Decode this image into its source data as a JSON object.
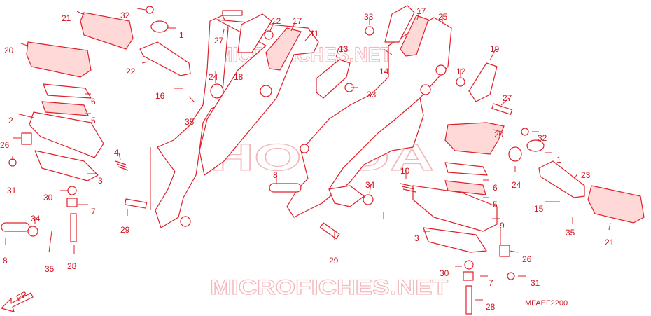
{
  "diagram": {
    "watermark_top": "MICROFICHES.NET",
    "watermark_brand": "HONDA",
    "watermark_bottom": "MICROFICHES.NET",
    "front_arrow_label": "FR.",
    "figure_code": "MFAEF2200",
    "callouts": [
      {
        "id": "c1",
        "text": "1"
      },
      {
        "id": "c2",
        "text": "2"
      },
      {
        "id": "c3",
        "text": "3"
      },
      {
        "id": "c4",
        "text": "4"
      },
      {
        "id": "c5",
        "text": "5"
      },
      {
        "id": "c6",
        "text": "6"
      },
      {
        "id": "c7",
        "text": "7"
      },
      {
        "id": "c8",
        "text": "8"
      },
      {
        "id": "c9",
        "text": "9"
      },
      {
        "id": "c10",
        "text": "10"
      },
      {
        "id": "c11",
        "text": "11"
      },
      {
        "id": "c12",
        "text": "12"
      },
      {
        "id": "c13",
        "text": "13"
      },
      {
        "id": "c14",
        "text": "14"
      },
      {
        "id": "c15",
        "text": "15"
      },
      {
        "id": "c16",
        "text": "16"
      },
      {
        "id": "c17",
        "text": "17"
      },
      {
        "id": "c18",
        "text": "18"
      },
      {
        "id": "c19",
        "text": "19"
      },
      {
        "id": "c20",
        "text": "20"
      },
      {
        "id": "c21",
        "text": "21"
      },
      {
        "id": "c22",
        "text": "22"
      },
      {
        "id": "c23",
        "text": "23"
      },
      {
        "id": "c24",
        "text": "24"
      },
      {
        "id": "c25",
        "text": "25"
      },
      {
        "id": "c26",
        "text": "26"
      },
      {
        "id": "c27",
        "text": "27"
      },
      {
        "id": "c28",
        "text": "28"
      },
      {
        "id": "c29",
        "text": "29"
      },
      {
        "id": "c30",
        "text": "30"
      },
      {
        "id": "c31",
        "text": "31"
      },
      {
        "id": "c32",
        "text": "32"
      },
      {
        "id": "c33",
        "text": "33"
      },
      {
        "id": "c34",
        "text": "34"
      },
      {
        "id": "c35",
        "text": "35"
      },
      {
        "id": "c1b",
        "text": "1"
      },
      {
        "id": "c3b",
        "text": "3"
      },
      {
        "id": "c5b",
        "text": "5"
      },
      {
        "id": "c6b",
        "text": "6"
      },
      {
        "id": "c7b",
        "text": "7"
      },
      {
        "id": "c8b",
        "text": "8"
      },
      {
        "id": "c12b",
        "text": "12"
      },
      {
        "id": "c17b",
        "text": "17"
      },
      {
        "id": "c20b",
        "text": "20"
      },
      {
        "id": "c21b",
        "text": "21"
      },
      {
        "id": "c24b",
        "text": "24"
      },
      {
        "id": "c26b",
        "text": "26"
      },
      {
        "id": "c27b",
        "text": "27"
      },
      {
        "id": "c28b",
        "text": "28"
      },
      {
        "id": "c29b",
        "text": "29"
      },
      {
        "id": "c30b",
        "text": "30"
      },
      {
        "id": "c31b",
        "text": "31"
      },
      {
        "id": "c32b",
        "text": "32"
      },
      {
        "id": "c33b",
        "text": "33"
      },
      {
        "id": "c34b",
        "text": "34"
      },
      {
        "id": "c35b",
        "text": "35"
      },
      {
        "id": "c35c",
        "text": "35"
      }
    ],
    "colors": {
      "line": "#e0202a",
      "text": "#d01420",
      "watermark": "#f4b8bc",
      "background": "#ffffff"
    }
  }
}
